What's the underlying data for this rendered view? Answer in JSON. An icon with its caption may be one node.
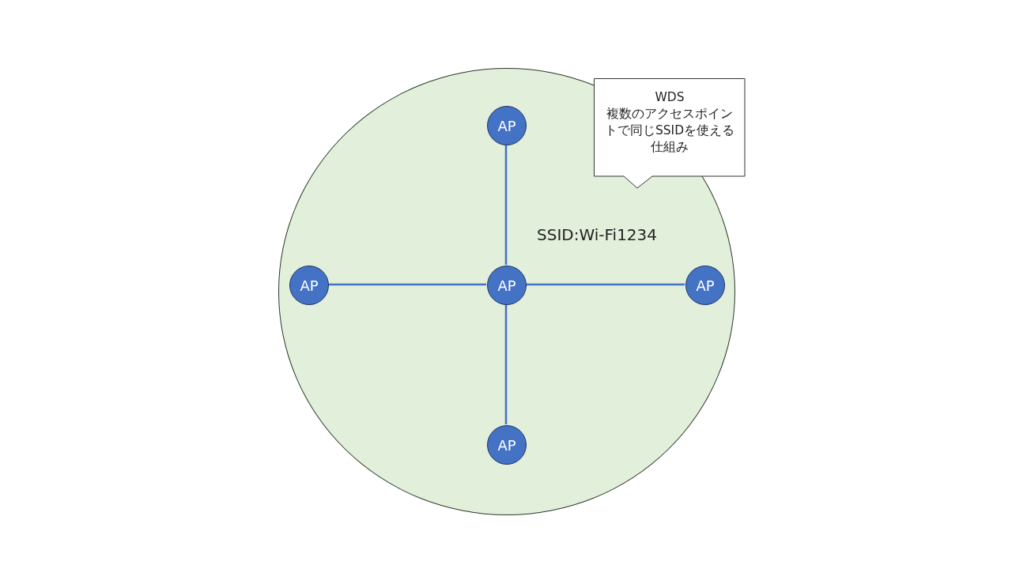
{
  "diagram": {
    "nodes": [
      {
        "text": [
          "SSID:Wi-Fi1234"
        ]
      },
      {
        "text": [
          "WDS",
          "複数のアクセスポイントで同じSSIDを使える仕組み"
        ]
      },
      {
        "text": [
          "AP"
        ],
        "in": 0
      },
      {
        "text": [
          "AP"
        ],
        "in": 0
      },
      {
        "text": [
          "AP"
        ],
        "in": 0
      },
      {
        "text": [
          "AP"
        ],
        "in": 0
      },
      {
        "text": [
          "AP"
        ],
        "in": 0
      }
    ],
    "edges": [
      {
        "from": 4,
        "to": 2,
        "arrow": "none"
      },
      {
        "from": 4,
        "to": 3,
        "arrow": "none"
      },
      {
        "from": 4,
        "to": 5,
        "arrow": "none"
      },
      {
        "from": 4,
        "to": 6,
        "arrow": "none"
      }
    ]
  }
}
